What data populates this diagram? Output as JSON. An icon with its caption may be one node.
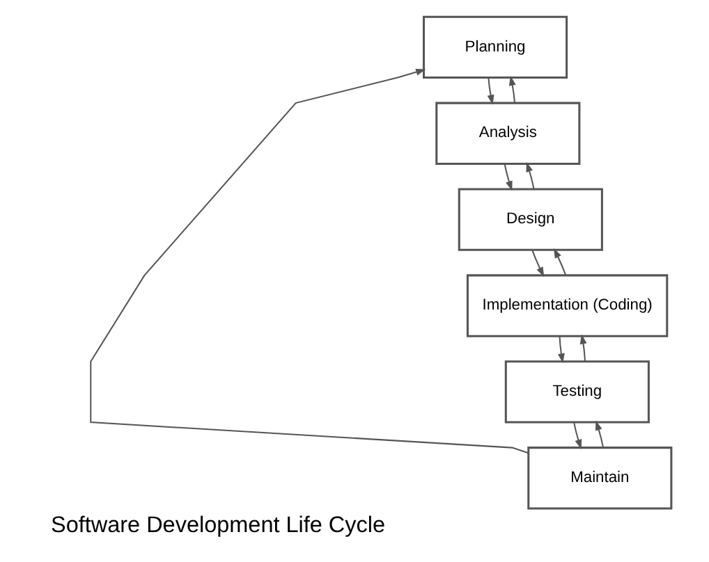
{
  "diagram": {
    "caption": "Software Development Life Cycle",
    "nodes": [
      {
        "text": [
          "Planning"
        ]
      },
      {
        "text": [
          "Analysis"
        ]
      },
      {
        "text": [
          "Design"
        ]
      },
      {
        "text": [
          "Implementation (Coding)"
        ]
      },
      {
        "text": [
          "Testing"
        ]
      },
      {
        "text": [
          "Maintain"
        ]
      }
    ],
    "edges": [
      {
        "from": 0,
        "to": 1,
        "arrow": "to"
      },
      {
        "from": 1,
        "to": 0,
        "arrow": "to"
      },
      {
        "from": 1,
        "to": 2,
        "arrow": "to"
      },
      {
        "from": 2,
        "to": 1,
        "arrow": "to"
      },
      {
        "from": 2,
        "to": 3,
        "arrow": "to"
      },
      {
        "from": 3,
        "to": 2,
        "arrow": "to"
      },
      {
        "from": 3,
        "to": 4,
        "arrow": "to"
      },
      {
        "from": 4,
        "to": 3,
        "arrow": "to"
      },
      {
        "from": 4,
        "to": 5,
        "arrow": "to"
      },
      {
        "from": 5,
        "to": 4,
        "arrow": "to"
      },
      {
        "from": 5,
        "to": 0,
        "arrow": "to"
      }
    ]
  }
}
